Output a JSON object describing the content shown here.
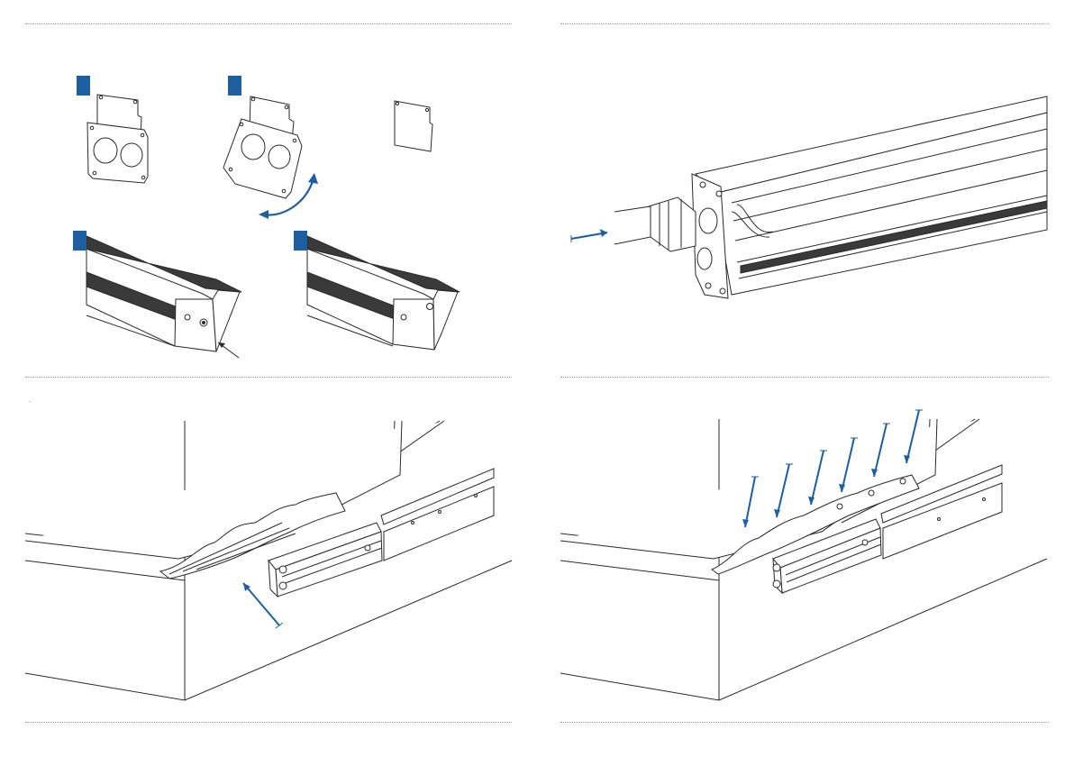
{
  "colors": {
    "accent": "#1d5fa0",
    "line": "#2a2a2a",
    "panel_fill": "#ffffff",
    "dark_strip": "#3a3a3a",
    "divider": "#9a9a9a"
  },
  "panels": [
    {
      "name": "panel-end-cap-assembly",
      "badges": 4
    },
    {
      "name": "panel-cable-gland-profile"
    },
    {
      "name": "panel-wall-mount-insert"
    },
    {
      "name": "panel-wall-mount-press"
    }
  ],
  "icons": [
    "arrow-icon",
    "curved-rotation-arrow-icon",
    "screw-icon"
  ],
  "corner_mark": "."
}
